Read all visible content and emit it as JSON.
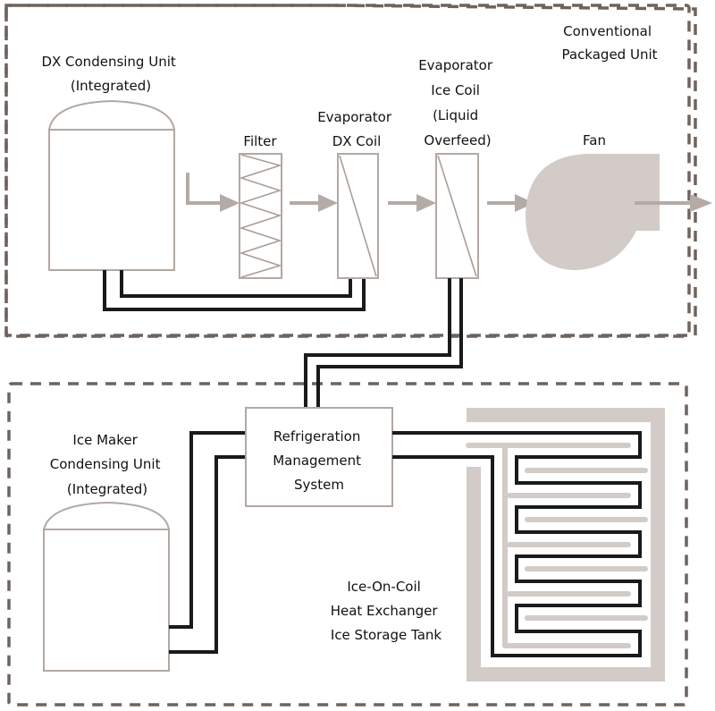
{
  "diagram": {
    "upper_section": {
      "title": [
        "Conventional",
        "Packaged Unit"
      ],
      "components": {
        "dx_condensing_unit": [
          "DX Condensing Unit",
          "(Integrated)"
        ],
        "filter": [
          "Filter"
        ],
        "evaporator_dx_coil": [
          "Evaporator",
          "DX Coil"
        ],
        "evaporator_ice_coil": [
          "Evaporator",
          "Ice Coil",
          "(Liquid",
          "Overfeed)"
        ],
        "fan": [
          "Fan"
        ]
      }
    },
    "lower_section": {
      "components": {
        "ice_maker_condensing_unit": [
          "Ice Maker",
          "Condensing Unit",
          "(Integrated)"
        ],
        "refrigeration_management_system": [
          "Refrigeration",
          "Management",
          "System"
        ],
        "ice_storage_tank": [
          "Ice-On-Coil",
          "Heat Exchanger",
          "Ice Storage Tank"
        ]
      }
    },
    "connections": [
      {
        "from": "DX Condensing Unit",
        "to": "Evaporator DX Coil",
        "type": "refrigerant-pipe-pair"
      },
      {
        "from": "Evaporator Ice Coil",
        "to": "Refrigeration Management System",
        "type": "refrigerant-pipe-pair"
      },
      {
        "from": "Ice Maker Condensing Unit",
        "to": "Refrigeration Management System",
        "type": "refrigerant-pipe-pair"
      },
      {
        "from": "Refrigeration Management System",
        "to": "Ice Storage Tank",
        "type": "refrigerant-pipe-pair"
      }
    ],
    "airflow": [
      "Filter",
      "Evaporator DX Coil",
      "Evaporator Ice Coil",
      "Fan",
      "Outlet"
    ],
    "colors": {
      "boundary": "#6e635d",
      "equipment_outline": "#b3a8a2",
      "pipe": "#1a1a1a",
      "airflow": "#b4aba6",
      "fan_fill": "#d3cbc7",
      "tank_fill": "#d3cbc7"
    }
  }
}
